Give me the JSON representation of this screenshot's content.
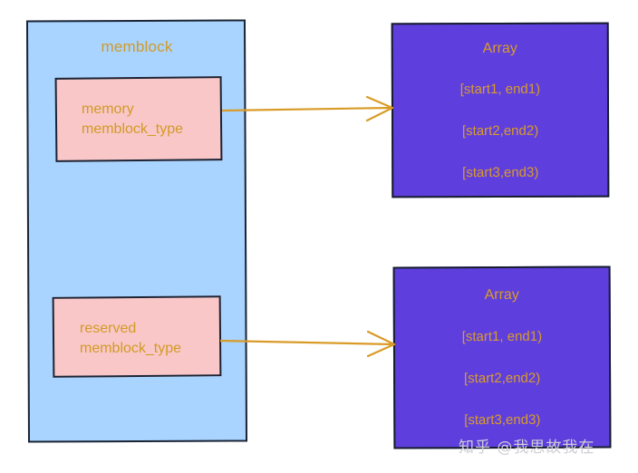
{
  "diagram": {
    "container": {
      "label": "memblock",
      "fill": "#a8d4ff",
      "stroke": "#1b2434"
    },
    "type_boxes": [
      {
        "name": "memory-memblock-type",
        "label": "memory\nmemblock_type",
        "fill": "#f9c7c8"
      },
      {
        "name": "reserved-memblock-type",
        "label": "reserved\nmemblock_type",
        "fill": "#f9c7c8"
      }
    ],
    "array_boxes": [
      {
        "name": "memory-array",
        "title": "Array",
        "entries": [
          "[start1, end1)",
          "[start2,end2)",
          "[start3,end3)"
        ],
        "fill": "#5e3fde"
      },
      {
        "name": "reserved-array",
        "title": "Array",
        "entries": [
          "[start1, end1)",
          "[start2,end2)",
          "[start3,end3)"
        ],
        "fill": "#5e3fde"
      }
    ],
    "arrows": [
      {
        "name": "memory-to-array-arrow",
        "color": "#d99b28"
      },
      {
        "name": "reserved-to-array-arrow",
        "color": "#d99b28"
      }
    ],
    "text_color": "#d29a26",
    "watermark": "知乎 @我思故我在"
  }
}
